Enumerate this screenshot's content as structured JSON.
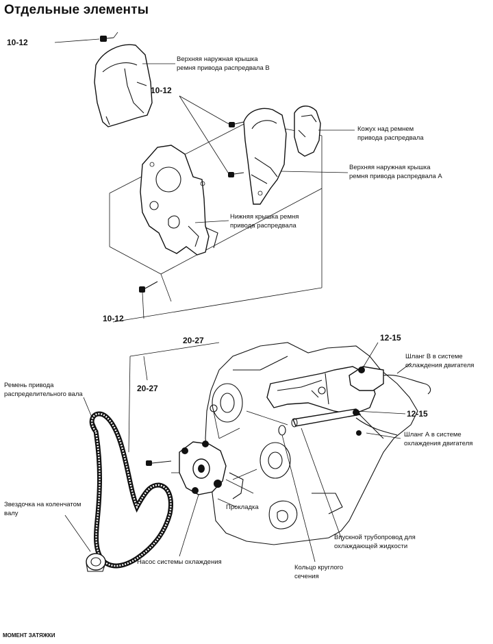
{
  "title": "Отдельные элементы",
  "footer": "МОМЕНТ ЗАТЯЖКИ",
  "torque": {
    "t1": "10-12",
    "t2": "10-12",
    "t3": "10-12",
    "t4": "20-27",
    "t5": "20-27",
    "t6": "12-15",
    "t7": "12-15"
  },
  "labels": {
    "upper_cover_b": "Верхняя наружная крышка\nремня привода распредвала В",
    "belt_shroud": "Кожух над ремнем\nпривода распредвала",
    "upper_cover_a": "Верхняя наружная крышка\nремня привода распредвала А",
    "lower_cover": "Нижняя крышка ремня\nпривода распредвала",
    "timing_belt": "Ремень привода\nраспределительного вала",
    "hose_b": "Шланг В в системе\nохлаждения двигателя",
    "hose_a": "Шланг А в системе\nохлаждения двигателя",
    "crank_sprocket": "Звездочка на коленчатом\nвалу",
    "gasket": "Прокладка",
    "water_pump": "Насос системы охлаждения",
    "inlet_pipe": "Впускной трубопровод для\nохлаждающей жидкости",
    "o_ring": "Кольцо круглого\nсечения"
  }
}
